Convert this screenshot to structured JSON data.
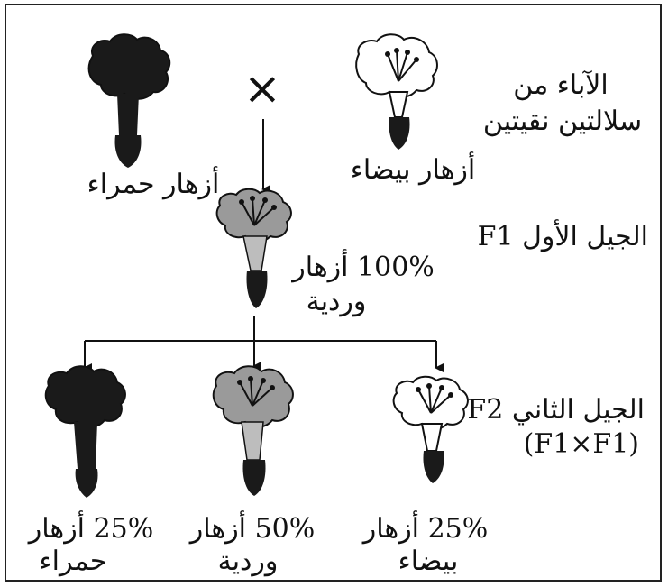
{
  "labels": {
    "parents_line1": "الآباء من",
    "parents_line2": "سلالتين نقيتين",
    "red_flowers": "أزهار حمراء",
    "white_flowers": "أزهار بيضاء",
    "cross_symbol": "×",
    "f1_label": "الجيل الأول F1",
    "f1_result_line1": "100% أزهار",
    "f1_result_line2": "وردية",
    "f2_label": "الجيل الثاني F2",
    "f2_cross": "(F1×F1)",
    "f2_red_line1": "25% أزهار",
    "f2_red_line2": "حمراء",
    "f2_pink_line1": "50% أزهار",
    "f2_pink_line2": "وردية",
    "f2_white_line1": "25% أزهار",
    "f2_white_line2": "بيضاء"
  },
  "colors": {
    "red_flower": "#1a1a1a",
    "pink_flower": "#9a9a9a",
    "white_flower": "#ffffff",
    "outline": "#111111"
  }
}
